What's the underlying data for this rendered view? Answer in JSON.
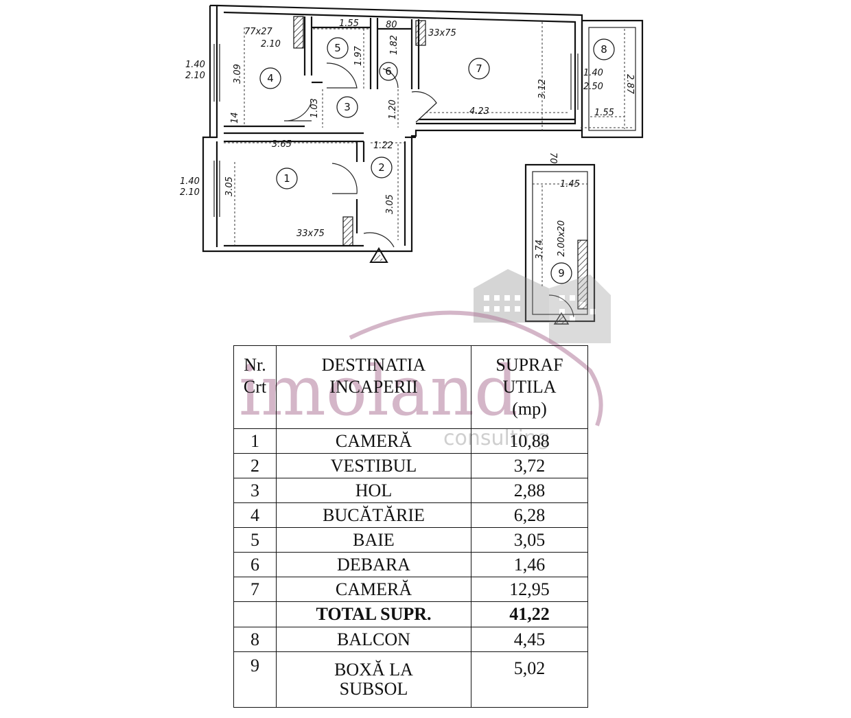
{
  "plan": {
    "rooms": [
      "1",
      "2",
      "3",
      "4",
      "5",
      "6",
      "7",
      "8",
      "9"
    ],
    "dimensions": {
      "r4_win": "1.40",
      "r4_win2": "2.10",
      "r4_h": "3.09",
      "r4_col": "77x27",
      "r4_w": "2.10",
      "r5_w": "1.55",
      "r5_h": "1.97",
      "r6_w": "80",
      "r6_h": "1.82",
      "r3_w": "1.03",
      "r3_h": "1.20",
      "r7_col": "33x75",
      "r7_w": "4.23",
      "r7_h": "3.12",
      "r7_win": "1.40",
      "r7_win2": "2.50",
      "r8_h": "2.87",
      "r8_w": "1.55",
      "r1_w": "3.65",
      "r2_w": "1.22",
      "r1_win": "1.40",
      "r1_win2": "2.10",
      "r1_h": "3.05",
      "r2_h": "3.05",
      "r1_col": "33x75",
      "r4_small": "14",
      "r9_top": "70",
      "r9_w": "1.45",
      "r9_h": "3.74",
      "r9_win": "2.00x20"
    }
  },
  "watermark": {
    "brand": "imoland",
    "sub": "consulting"
  },
  "table": {
    "headers": {
      "nr": [
        "Nr.",
        "Crt"
      ],
      "dest": [
        "DESTINATIA",
        "INCAPERII"
      ],
      "supraf": [
        "SUPRAF",
        "UTILA",
        "(mp)"
      ]
    },
    "rows": [
      {
        "nr": "1",
        "name": "CAMERĂ",
        "area": "10,88"
      },
      {
        "nr": "2",
        "name": "VESTIBUL",
        "area": "3,72"
      },
      {
        "nr": "3",
        "name": "HOL",
        "area": "2,88"
      },
      {
        "nr": "4",
        "name": "BUCĂTĂRIE",
        "area": "6,28"
      },
      {
        "nr": "5",
        "name": "BAIE",
        "area": "3,05"
      },
      {
        "nr": "6",
        "name": "DEBARA",
        "area": "1,46"
      },
      {
        "nr": "7",
        "name": "CAMERĂ",
        "area": "12,95"
      }
    ],
    "total": {
      "nr": "",
      "name": "TOTAL SUPR.",
      "area": "41,22"
    },
    "extra": [
      {
        "nr": "8",
        "name": "BALCON",
        "area": "4,45"
      },
      {
        "nr": "9",
        "name": "BOXĂ LA SUBSOL",
        "area": "5,02"
      }
    ]
  }
}
